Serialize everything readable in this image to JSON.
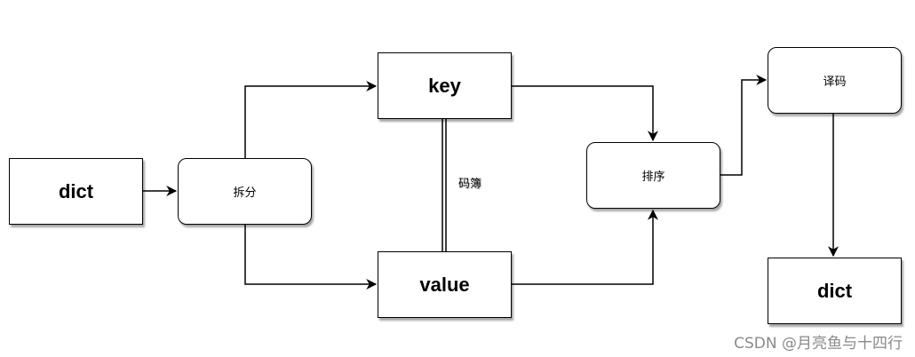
{
  "nodes": {
    "dict_in": "dict",
    "split": "拆分",
    "key": "key",
    "value": "value",
    "sort": "排序",
    "decode": "译码",
    "dict_out": "dict"
  },
  "edges": {
    "key_value_label": "码簿"
  },
  "watermark": "CSDN @月亮鱼与十四行"
}
